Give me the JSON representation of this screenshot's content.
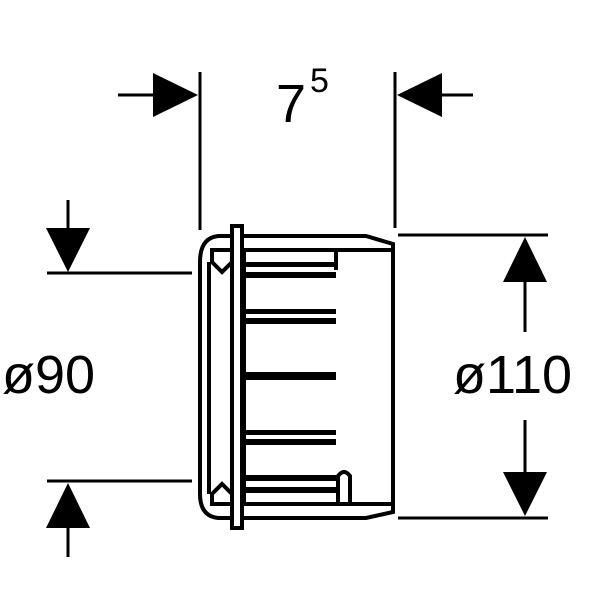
{
  "dimensions": {
    "width_label": "7",
    "width_label_superscript": "5",
    "inner_diameter_label": "ø90",
    "outer_diameter_label": "ø110"
  },
  "colors": {
    "line": "#000000",
    "background": "#ffffff"
  }
}
